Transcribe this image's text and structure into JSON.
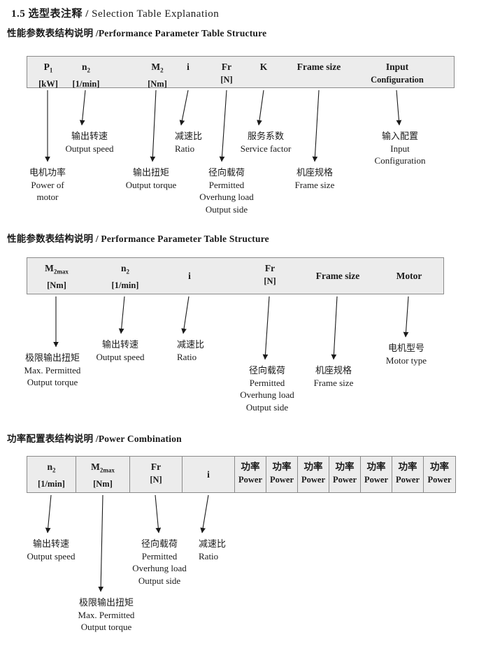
{
  "page": {
    "title_zh": "1.5 选型表注释 /",
    "title_en": " Selection Table Explanation"
  },
  "sections": [
    {
      "heading": "性能参数表结构说明 /Performance Parameter Table Structure",
      "columns": [
        {
          "base": "P",
          "sub": "1",
          "l2": "[kW]"
        },
        {
          "base": "n",
          "sub": "2",
          "l2": "[1/min]"
        },
        {
          "base": "M",
          "sub": "2",
          "l2": "[Nm]"
        },
        {
          "base": "i"
        },
        {
          "base": "Fr",
          "l2": "[N]"
        },
        {
          "base": "K"
        },
        {
          "base": "Frame size"
        },
        {
          "base": "Input",
          "l2": "Configuration"
        }
      ],
      "labels": [
        {
          "text": "电机功率\nPower of\nmotor"
        },
        {
          "text": "输出转速\nOutput speed"
        },
        {
          "text": "输出扭矩\nOutput torque"
        },
        {
          "text": "减速比\nRatio"
        },
        {
          "text": "径向载荷\nPermitted\nOverhung load\nOutput side"
        },
        {
          "text": "服务系数\nService factor"
        },
        {
          "text": "机座规格\nFrame size"
        },
        {
          "text": "输入配置\nInput\nConfiguration"
        }
      ]
    },
    {
      "heading": "性能参数表结构说明 / Performance Parameter Table Structure",
      "columns": [
        {
          "base": "M",
          "sub": "2max",
          "l2": "[Nm]"
        },
        {
          "base": "n",
          "sub": "2",
          "l2": "[1/min]"
        },
        {
          "base": "i"
        },
        {
          "base": "Fr",
          "l2": "[N]"
        },
        {
          "base": "Frame size"
        },
        {
          "base": "Motor"
        }
      ],
      "labels": [
        {
          "text": "极限输出扭矩\nMax. Permitted\nOutput torque"
        },
        {
          "text": "输出转速\nOutput speed"
        },
        {
          "text": "减速比\nRatio"
        },
        {
          "text": "径向载荷\nPermitted\nOverhung load\nOutput side"
        },
        {
          "text": "机座规格\nFrame size"
        },
        {
          "text": "电机型号\nMotor type"
        }
      ]
    },
    {
      "heading": "功率配置表结构说明 /Power Combination",
      "columns": [
        {
          "base": "n",
          "sub": "2",
          "l2": "[1/min]"
        },
        {
          "base": "M",
          "sub": "2max",
          "l2": "[Nm]"
        },
        {
          "base": "Fr",
          "l2": "[N]"
        },
        {
          "base": "i"
        },
        {
          "base": "功率",
          "l2": "Power"
        },
        {
          "base": "功率",
          "l2": "Power"
        },
        {
          "base": "功率",
          "l2": "Power"
        },
        {
          "base": "功率",
          "l2": "Power"
        },
        {
          "base": "功率",
          "l2": "Power"
        },
        {
          "base": "功率",
          "l2": "Power"
        },
        {
          "base": "功率",
          "l2": "Power"
        }
      ],
      "labels": [
        {
          "text": "输出转速\nOutput speed"
        },
        {
          "text": "极限输出扭矩\nMax. Permitted\nOutput torque"
        },
        {
          "text": "径向载荷\nPermitted\nOverhung load\nOutput side"
        },
        {
          "text": "减速比\nRatio"
        }
      ]
    }
  ]
}
